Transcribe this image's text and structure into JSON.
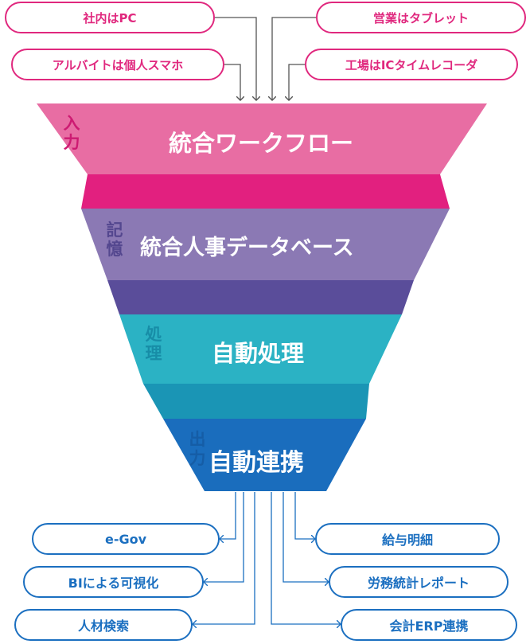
{
  "inputs": {
    "top_left": "社内はPC",
    "mid_left": "アルバイトは個人スマホ",
    "top_right": "営業はタブレット",
    "mid_right": "工場はICタイムレコーダ"
  },
  "stages": [
    {
      "title": "統合ワークフロー",
      "vlabel": "入力",
      "color": "#e86da3",
      "fold_color": "#e2207f"
    },
    {
      "title": "統合人事データベース",
      "vlabel": "記憶",
      "color": "#8b79b4",
      "fold_color": "#5a4d9a"
    },
    {
      "title": "自動処理",
      "vlabel": "処理",
      "color": "#2bb2c4",
      "fold_color": "#1a95b5"
    },
    {
      "title": "自動連携",
      "vlabel": "出力",
      "color": "#1a6dbd",
      "fold_color": "#1a6dbd"
    }
  ],
  "outputs": {
    "left": [
      "e-Gov",
      "BIによる可視化",
      "人材検索"
    ],
    "right": [
      "給与明細",
      "労務統計レポート",
      "会計ERP連携"
    ]
  },
  "colors": {
    "input_border": "#e0287e",
    "output_border": "#1b6fc0",
    "arrow": "#1b6fc0"
  }
}
